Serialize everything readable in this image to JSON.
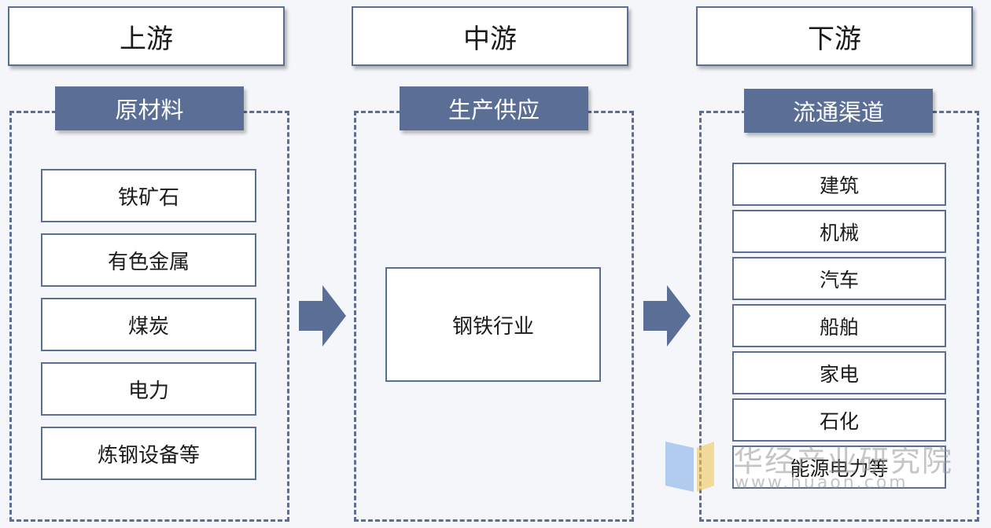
{
  "columns": {
    "upstream": {
      "header": "上游",
      "tag": "原材料",
      "items": [
        "铁矿石",
        "有色金属",
        "煤炭",
        "电力",
        "炼钢设备等"
      ]
    },
    "midstream": {
      "header": "中游",
      "tag": "生产供应",
      "items": [
        "钢铁行业"
      ]
    },
    "downstream": {
      "header": "下游",
      "tag": "流通渠道",
      "items": [
        "建筑",
        "机械",
        "汽车",
        "船舶",
        "家电",
        "石化",
        "能源电力等"
      ]
    }
  },
  "watermark": {
    "name": "华经产业研究院",
    "url": "www.huaon.com"
  },
  "colors": {
    "accent": "#5a6e96",
    "background": "#f5f6fa",
    "box_fill": "#ffffff"
  }
}
